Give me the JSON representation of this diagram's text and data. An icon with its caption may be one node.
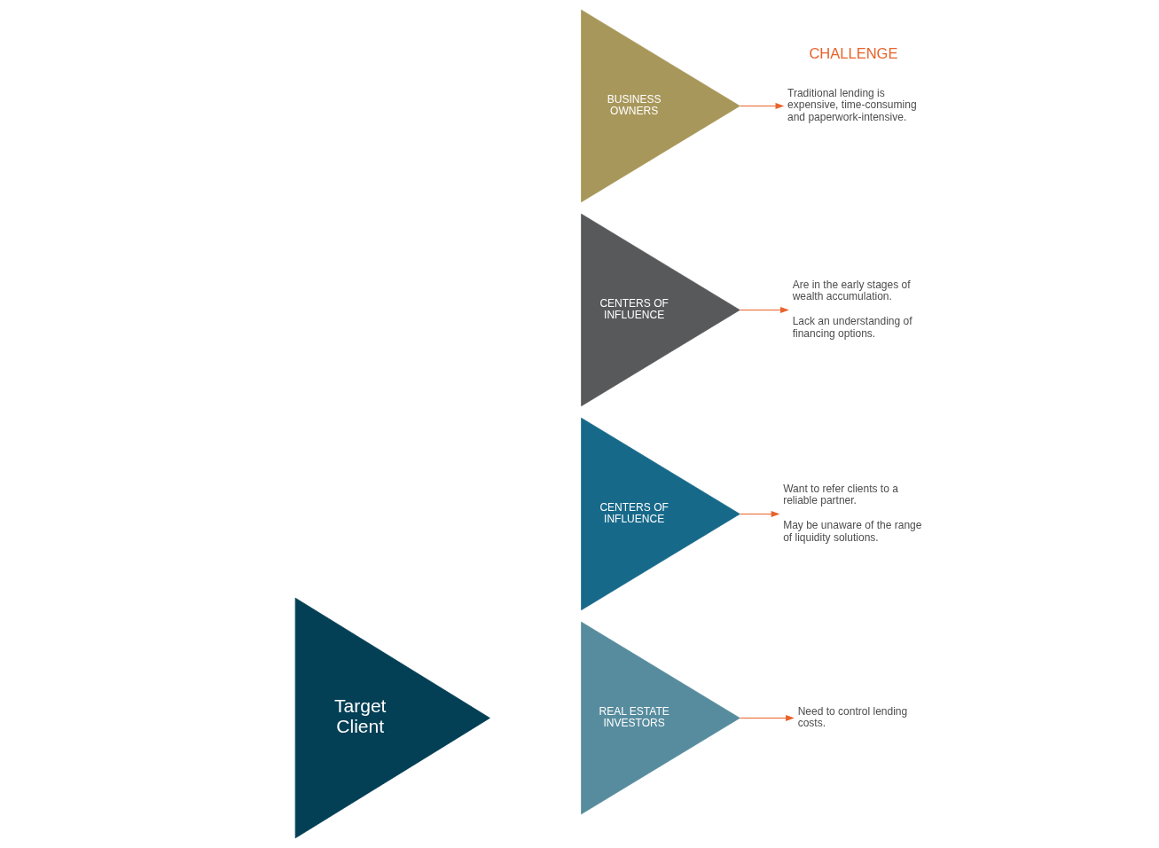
{
  "diagram": {
    "nodes": [
      {
        "text": [
          "Target Client"
        ]
      },
      {
        "text": [
          "REAL ESTATE INVESTORS"
        ]
      },
      {
        "text": [
          "CENTERS OF INFLUENCE"
        ]
      },
      {
        "text": [
          "CENTERS OF INFLUENCE"
        ]
      },
      {
        "text": [
          "BUSINESS OWNERS"
        ]
      },
      {
        "text": [
          "Need to control lending costs."
        ]
      },
      {
        "text": [
          "Want to refer clients to a reliable partner.",
          "May be unaware of the range of liquidity solutions."
        ]
      },
      {
        "text": [
          "Are in the early stages of wealth accumulation.",
          "Lack an understanding of financing options."
        ]
      },
      {
        "text": [
          "Traditional lending is expensive, time-consuming and paperwork-intensive."
        ]
      }
    ],
    "edges": [
      {
        "from": 1,
        "to": 5,
        "arrow": "to"
      },
      {
        "from": 2,
        "to": 6,
        "arrow": "to"
      },
      {
        "from": 3,
        "to": 7,
        "arrow": "to"
      },
      {
        "from": 4,
        "to": 8,
        "arrow": "to"
      }
    ],
    "labels": [
      "CHALLENGE"
    ]
  }
}
